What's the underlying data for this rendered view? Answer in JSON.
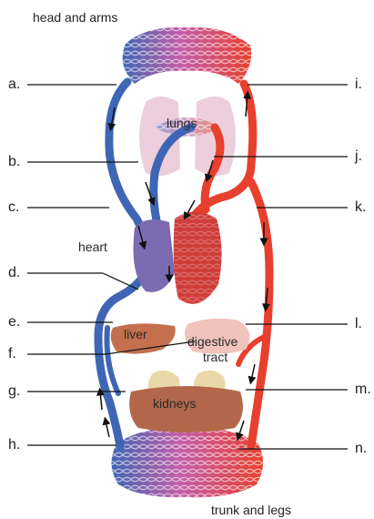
{
  "regions": {
    "top": "head and arms",
    "bottom": "trunk and legs"
  },
  "organs": {
    "lungs": "lungs",
    "heart": "heart",
    "liver": "liver",
    "digestive": "digestive",
    "tract": "tract",
    "kidneys": "kidneys"
  },
  "labels": {
    "a": "a.",
    "b": "b.",
    "c": "c.",
    "d": "d.",
    "e": "e.",
    "f": "f.",
    "g": "g.",
    "h": "h.",
    "i": "i.",
    "j": "j.",
    "k": "k.",
    "l": "l.",
    "m": "m.",
    "n": "n."
  },
  "colors": {
    "deoxygenated": "#3f66b4",
    "oxygenated": "#e8402e",
    "capillary_mix": "#c45ea8",
    "heart_left": "#cf3d39",
    "heart_right": "#7b6bb0",
    "lungs": "#e9c6d6",
    "liver": "#c4704e",
    "kidneys": "#b3674a",
    "digestive": "#f0c3bd"
  }
}
